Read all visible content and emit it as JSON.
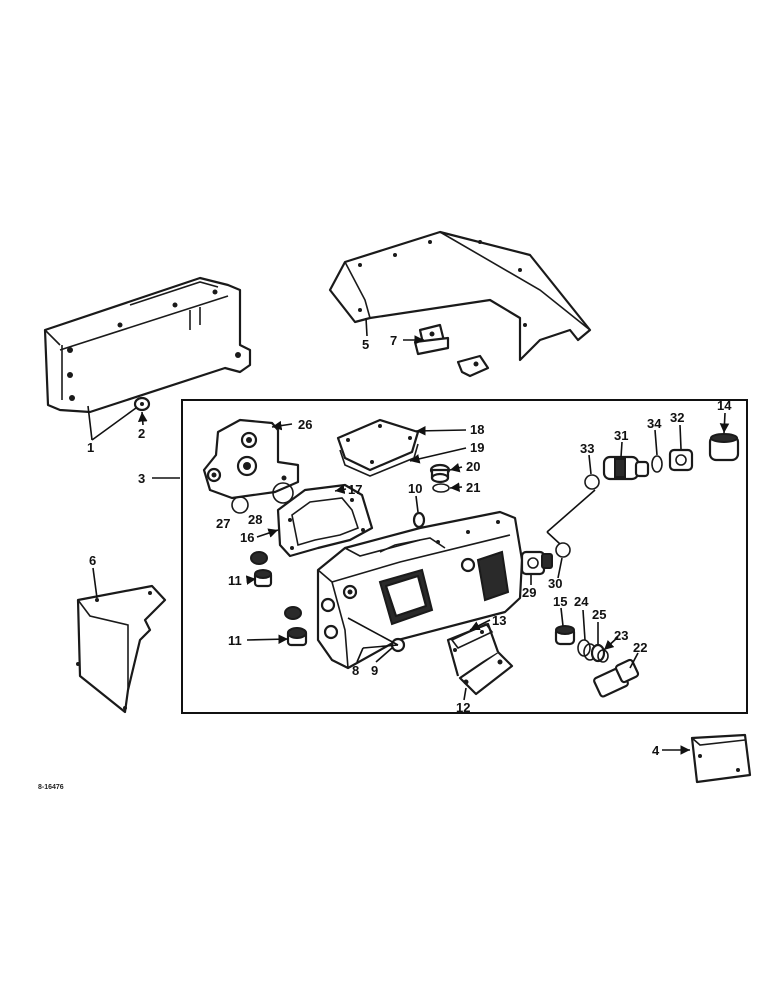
{
  "drawing_ref": "8-16476",
  "callouts": {
    "c1": "1",
    "c2": "2",
    "c3": "3",
    "c4": "4",
    "c5": "5",
    "c6": "6",
    "c7": "7",
    "c8": "8",
    "c9": "9",
    "c10": "10",
    "c11a": "11",
    "c11b": "11",
    "c12": "12",
    "c13": "13",
    "c14": "14",
    "c15": "15",
    "c16": "16",
    "c17": "17",
    "c18": "18",
    "c19": "19",
    "c20": "20",
    "c21": "21",
    "c22": "22",
    "c23": "23",
    "c24": "24",
    "c25": "25",
    "c26": "26",
    "c27": "27",
    "c28": "28",
    "c29": "29",
    "c30": "30",
    "c31": "31",
    "c32": "32",
    "c33": "33",
    "c34": "34"
  }
}
